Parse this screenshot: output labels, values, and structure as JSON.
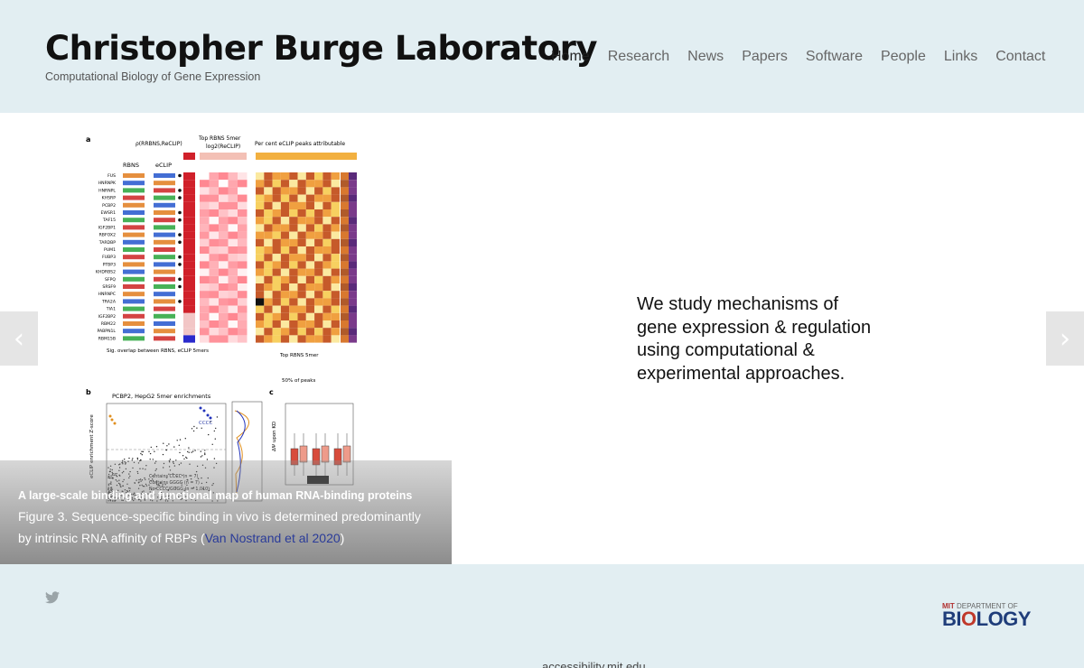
{
  "header": {
    "site_title": "Christopher Burge Laboratory",
    "tagline": "Computational Biology of Gene Expression",
    "nav": [
      {
        "label": "Home",
        "active": true
      },
      {
        "label": "Research"
      },
      {
        "label": "News"
      },
      {
        "label": "Papers"
      },
      {
        "label": "Software"
      },
      {
        "label": "People"
      },
      {
        "label": "Links"
      },
      {
        "label": "Contact"
      }
    ]
  },
  "slide": {
    "caption_title": "A large-scale binding and functional map of human RNA-binding proteins",
    "caption_text": "Figure 3. Sequence-specific binding in vivo is determined predominantly by intrinsic RNA affinity of RBPs (",
    "caption_link": "Van Nostrand et al 2020",
    "caption_end": ")",
    "statement": [
      "We study mechanisms of",
      "gene expression & regulation",
      "using computational &",
      "experimental approaches."
    ],
    "figure": {
      "panel_a": "a",
      "panel_b": "b",
      "panel_c": "c",
      "rho_label": "ρ(RRBNS,ReCLIP)",
      "top_label": "Top RBNS 5mer",
      "log_label": "log2(ReCLIP)",
      "percent_label": "Per cent eCLIP peaks attributable",
      "rbns": "RBNS",
      "eclip": "eCLIP",
      "proteins": [
        "FUS",
        "HNRNPK",
        "HNRNPL",
        "KHSRP",
        "PCBP2",
        "EWSR1",
        "TAF15",
        "IGF2BP1",
        "RBFOX2",
        "TARDBP",
        "PUM1",
        "FUBP3",
        "PTBP3",
        "KHDRBS2",
        "SFPQ",
        "SRSF9",
        "HNRNPC",
        "TRA2A",
        "TIA1",
        "IGF2BP2",
        "RBM22",
        "PABPN1L",
        "RBM15B"
      ],
      "sig_overlap": "Sig. overlap between RBNS, eCLIP 5mers",
      "top_rbns_axis": "Top RBNS 5mer",
      "fifty_pct": "50% of peaks",
      "pcbp2_title": "PCBP2, HepG2 5mer enrichments",
      "ylabel_b": "eCLIP enrichment Z-score",
      "legend_b": [
        "Contains CCCC (n = 7)",
        "Contains GGGG (n = 7)",
        "No CCCC/GGGG (n = 1,010)"
      ],
      "ylabel_c": "ΔΨ upon KD",
      "cccc": "CCCC"
    }
  },
  "footer": {
    "mit_dept": "DEPARTMENT OF",
    "mit": "MIT",
    "biology_pre": "BI",
    "biology_o": "O",
    "biology_post": "LOGY",
    "access": "accessibility.mit.edu"
  }
}
